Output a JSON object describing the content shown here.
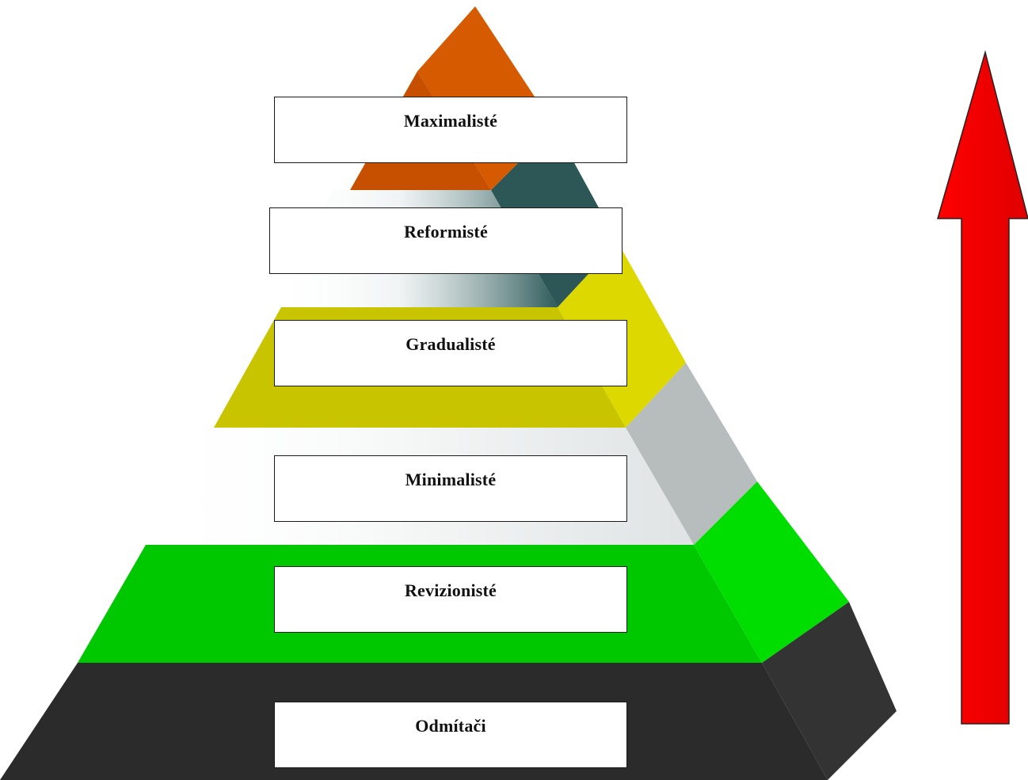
{
  "pyramid": {
    "levels": [
      {
        "label": "Maximalisté"
      },
      {
        "label": "Reformisté"
      },
      {
        "label": "Gradualisté"
      },
      {
        "label": "Minimalisté"
      },
      {
        "label": "Revizionisté"
      },
      {
        "label": "Odmítači"
      }
    ]
  },
  "arrow": {
    "direction": "up",
    "color": "#ff0000"
  },
  "colors": {
    "top_orange": "#d45500",
    "teal": "#2e5a5a",
    "yellow": "#c8c400",
    "gray": "#b8bcbc",
    "green": "#00c800",
    "dark": "#2b2b2b"
  }
}
